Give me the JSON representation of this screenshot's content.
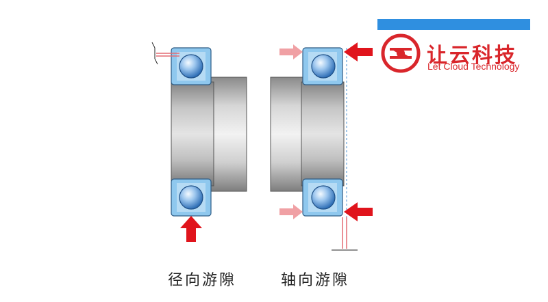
{
  "captions": {
    "radial": "径向游隙",
    "axial": "轴向游隙"
  },
  "brand": {
    "name_cn": "让云科技",
    "name_en": "Let Cloud Technology",
    "logo_icon": "let-cloud-logo-icon"
  },
  "colors": {
    "brand_red": "#d9262b",
    "brand_blue": "#2f8fe0",
    "arrow_red": "#e0141c",
    "arrow_pink": "#f0a0a4",
    "ring_blue": "#8fc8ee",
    "ball_blue": "#6aa7e0",
    "steel_grey": "#b8b8b8"
  }
}
